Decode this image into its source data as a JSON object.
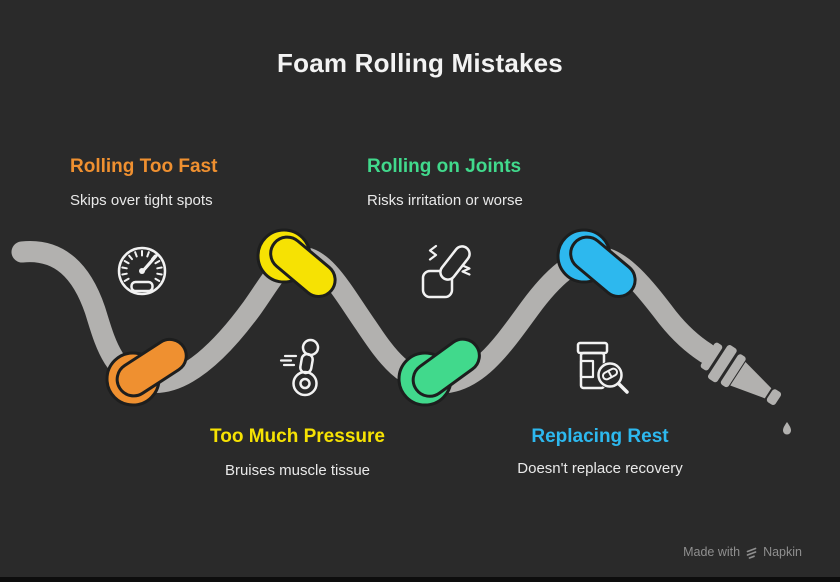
{
  "title": "Foam Rolling Mistakes",
  "sections": [
    {
      "heading": "Rolling Too Fast",
      "description": "Skips over tight spots",
      "color": "#ef9030",
      "icon": "speedometer-icon"
    },
    {
      "heading": "Too Much Pressure",
      "description": "Bruises muscle tissue",
      "color": "#f6e203",
      "icon": "person-on-roller-icon"
    },
    {
      "heading": "Rolling on Joints",
      "description": "Risks irritation or worse",
      "color": "#41d98c",
      "icon": "joint-pain-icon"
    },
    {
      "heading": "Replacing Rest",
      "description": "Doesn't replace recovery",
      "color": "#2db8ee",
      "icon": "pill-bottle-icon"
    }
  ],
  "path": {
    "color": "#b2b1af",
    "outline_color": "#1d1e1e"
  },
  "icons": {
    "color": "#f2f2f2"
  },
  "background": "#2a2a2a",
  "watermark": {
    "prefix": "Made with",
    "brand": "Napkin"
  }
}
